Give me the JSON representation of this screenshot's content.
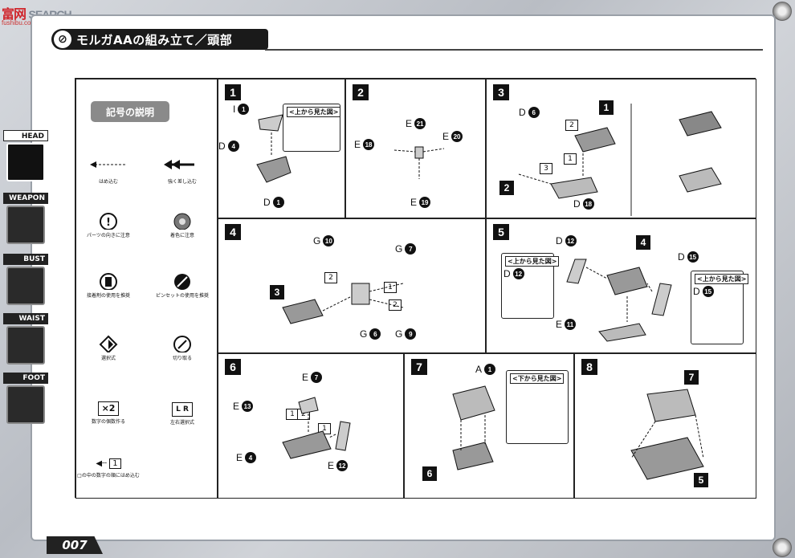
{
  "watermark": {
    "prefix": "富",
    "rest": "网",
    "search": "SEARCH",
    "url": "fushibu.com"
  },
  "header": {
    "title": "モルガAAの組み立て／頭部"
  },
  "side_tabs": [
    {
      "label": "HEAD",
      "active": true
    },
    {
      "label": "WEAPON",
      "active": false
    },
    {
      "label": "BUST",
      "active": false
    },
    {
      "label": "WAIST",
      "active": false
    },
    {
      "label": "FOOT",
      "active": false
    }
  ],
  "page_number": "007",
  "legend": {
    "title": "記号の説明",
    "items": [
      {
        "label": "はめ込む"
      },
      {
        "label": "強く差し込む"
      },
      {
        "label": "パーツの向きに注意"
      },
      {
        "label": "着色に注意"
      },
      {
        "label": "接着剤の使用を推奨"
      },
      {
        "label": "ピンセットの使用を推奨"
      },
      {
        "label": "選択式"
      },
      {
        "label": "切り取る"
      },
      {
        "icon": "×2",
        "label": "数字の個数作る"
      },
      {
        "icon": "L R",
        "label": "左右選択式"
      },
      {
        "icon": "1",
        "label": "□の中の数字の順にはめ込む"
      }
    ]
  },
  "views": {
    "top": "<上から見た図>",
    "bottom": "<下から見た図>"
  },
  "steps": [
    {
      "num": "1",
      "parts": [
        {
          "letter": "I",
          "n": "1"
        },
        {
          "letter": "D",
          "n": "4"
        },
        {
          "letter": "D",
          "n": "1"
        }
      ]
    },
    {
      "num": "2",
      "parts": [
        {
          "letter": "E",
          "n": "21"
        },
        {
          "letter": "E",
          "n": "18"
        },
        {
          "letter": "E",
          "n": "20"
        },
        {
          "letter": "E",
          "n": "19"
        }
      ]
    },
    {
      "num": "3",
      "parts": [
        {
          "letter": "D",
          "n": "6"
        },
        {
          "letter": "",
          "n": ""
        },
        {
          "letter": "D",
          "n": "18"
        }
      ],
      "refs": [
        "1",
        "2"
      ],
      "subs": [
        "2",
        "1",
        "3"
      ]
    },
    {
      "num": "4",
      "parts": [
        {
          "letter": "G",
          "n": "10"
        },
        {
          "letter": "G",
          "n": "7"
        },
        {
          "letter": "G",
          "n": "6"
        },
        {
          "letter": "G",
          "n": "9"
        }
      ],
      "refs": [
        "3"
      ],
      "subs": [
        "2",
        "1",
        "2"
      ]
    },
    {
      "num": "5",
      "parts": [
        {
          "letter": "D",
          "n": "12"
        },
        {
          "letter": "D",
          "n": "15"
        },
        {
          "letter": "E",
          "n": "11"
        },
        {
          "letter": "D",
          "n": "12"
        },
        {
          "letter": "D",
          "n": "15"
        }
      ],
      "refs": [
        "4"
      ]
    },
    {
      "num": "6",
      "parts": [
        {
          "letter": "E",
          "n": "7"
        },
        {
          "letter": "E",
          "n": "13"
        },
        {
          "letter": "E",
          "n": "4"
        },
        {
          "letter": "E",
          "n": "12"
        }
      ],
      "subs": [
        "1",
        "2",
        "1"
      ]
    },
    {
      "num": "7",
      "parts": [
        {
          "letter": "A",
          "n": "1"
        }
      ],
      "refs": [
        "6"
      ]
    },
    {
      "num": "8",
      "refs": [
        "7",
        "5"
      ]
    }
  ]
}
